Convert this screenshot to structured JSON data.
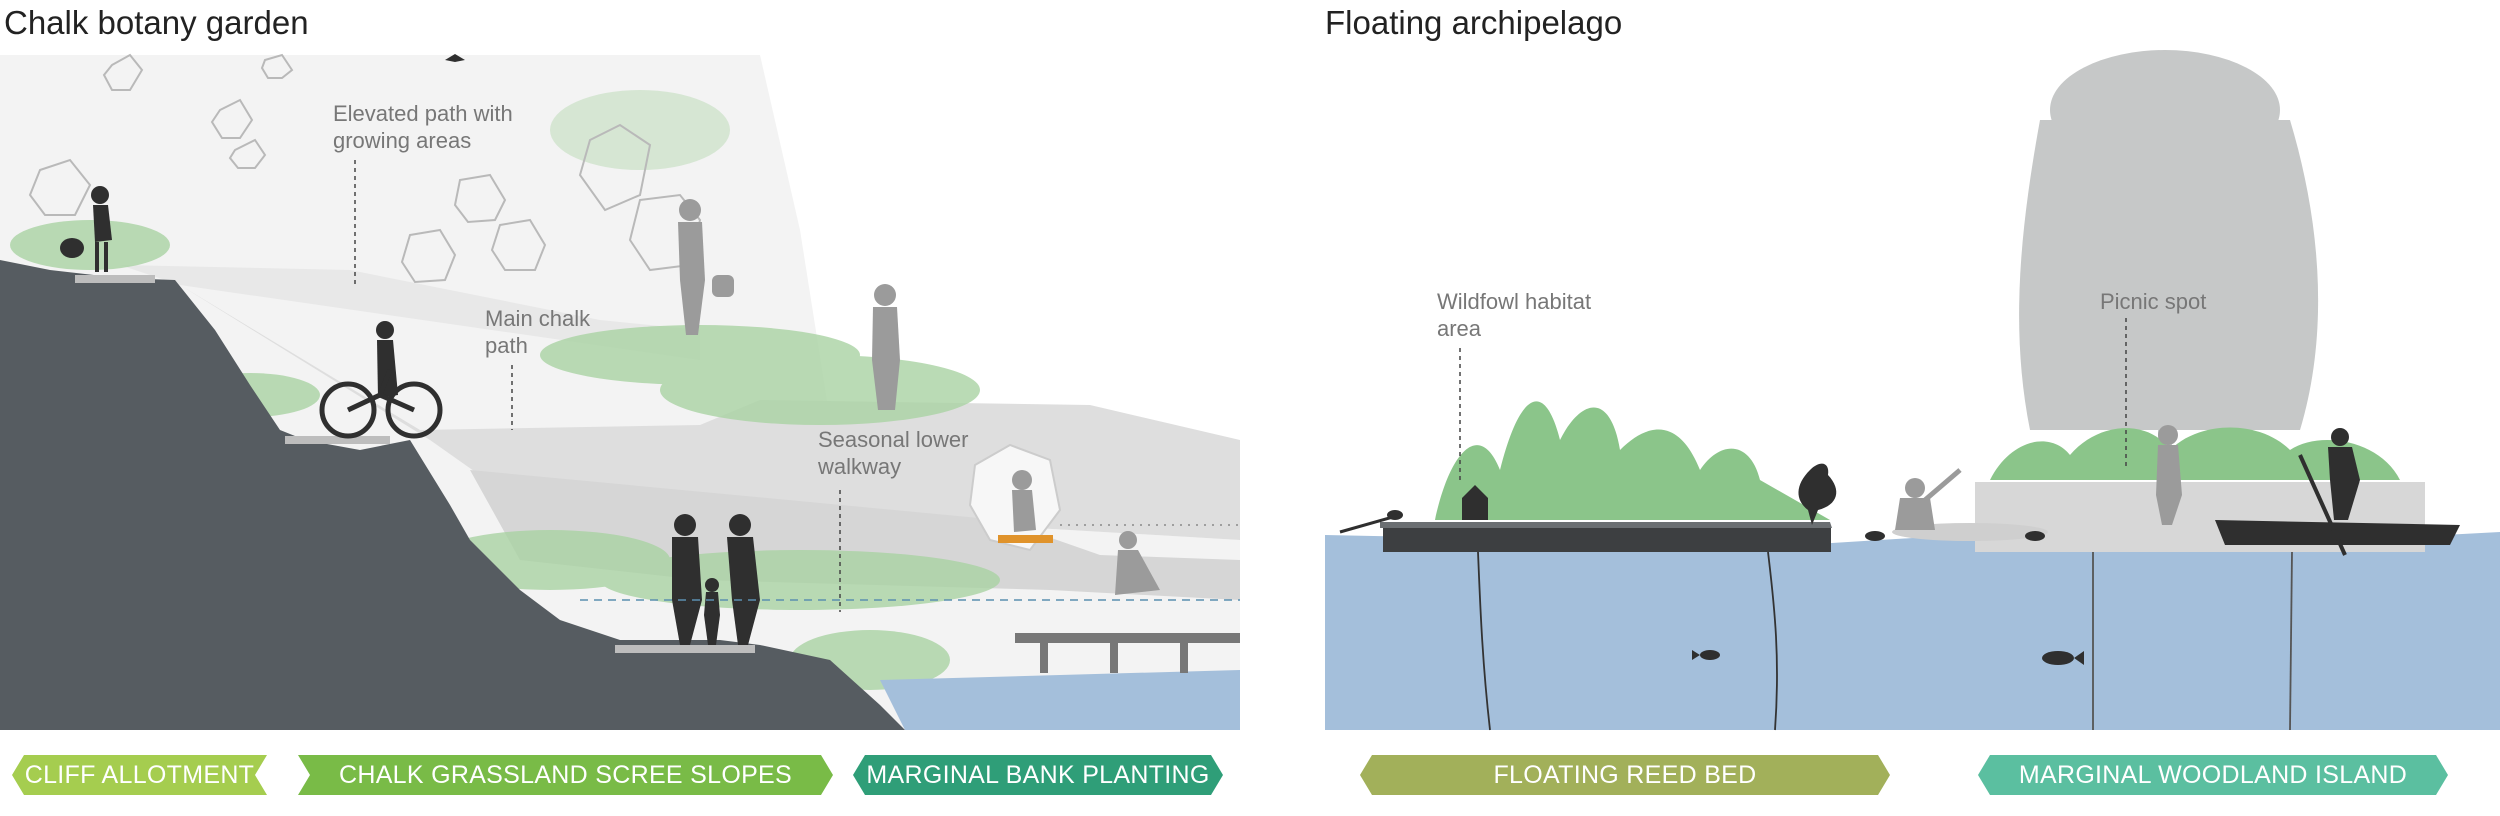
{
  "left_panel": {
    "title": "Chalk botany garden",
    "labels": {
      "elevated_path": "Elevated path with growing areas",
      "main_chalk_path": "Main chalk path",
      "seasonal_walkway": "Seasonal lower walkway"
    },
    "zones": [
      {
        "label": "CLIFF ALLOTMENT",
        "color": "#a5cd4f"
      },
      {
        "label": "CHALK GRASSLAND SCREE SLOPES",
        "color": "#79bb47"
      },
      {
        "label": "MARGINAL BANK PLANTING",
        "color": "#2f9e78"
      }
    ]
  },
  "right_panel": {
    "title": "Floating archipelago",
    "labels": {
      "wildfowl": "Wildfowl habitat area",
      "picnic": "Picnic spot"
    },
    "zones": [
      {
        "label": "FLOATING REED BED",
        "color": "#a2b05a"
      },
      {
        "label": "MARGINAL WOODLAND ISLAND",
        "color": "#5bbfa0"
      }
    ]
  },
  "colors": {
    "water": "#a4bfdb",
    "cliff": "#565c61",
    "sky_light": "#eeeeee",
    "path_grey": "#dcdcdc",
    "greenery": "#8bc58a"
  }
}
